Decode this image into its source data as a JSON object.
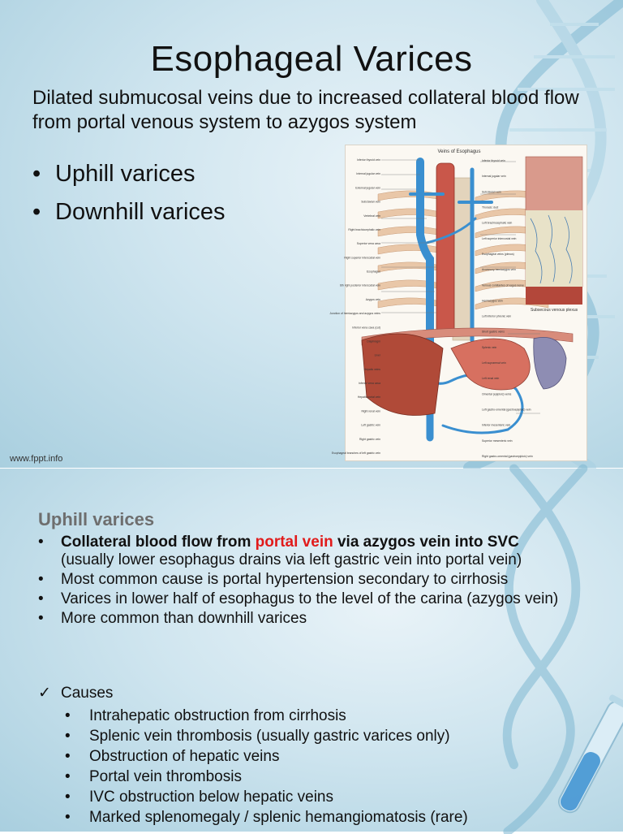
{
  "slide1": {
    "title": "Esophageal Varices",
    "subtitle": "Dilated submucosal veins due to increased collateral blood flow from portal venous system to azygos system",
    "bullets": [
      "Uphill varices",
      "Downhill varices"
    ],
    "figure": {
      "title": "Veins of Esophagus",
      "inset_label": "Subsecous venous plexus",
      "labels_left": [
        "Inferior thyroid vein",
        "Internal jugular vein",
        "External jugular vein",
        "Subclavian vein",
        "Vertebral vein",
        "Right brachiocephalic vein",
        "Superior vena cava",
        "Right superior intercostal vein",
        "Esophagus",
        "6th right posterior intercostal vein",
        "Azygos vein",
        "Junction of hemiazygos and azygos veins",
        "Inferior vena cava (cut)",
        "Diaphragm",
        "Liver",
        "Hepatic veins",
        "Inferior vena cava",
        "Hepatic portal vein",
        "Right renal vein",
        "Left gastric vein",
        "Right gastric vein",
        "Esophageal branches of left gastric vein"
      ],
      "labels_right": [
        "Inferior thyroid vein",
        "Internal jugular vein",
        "Subclavian vein",
        "Thoracic duct",
        "Left brachiocephalic vein",
        "Left superior intercostal vein",
        "Esophageal veins (plexus)",
        "Accessory hemiazygos vein",
        "Venous comitantes of vagus nerve",
        "Hemiazygos vein",
        "Left inferior phrenic vein",
        "Short gastric veins",
        "Splenic vein",
        "Left suprarenal vein",
        "Left renal vein",
        "Omental (epiploic) veins",
        "Left gastro-omental (gastroepiploic) vein",
        "Inferior mesenteric vein",
        "Superior mesenteric vein",
        "Right gastro-omental (gastroepiploic) vein"
      ]
    },
    "footer": "www.fppt.info"
  },
  "slide2": {
    "heading": "Uphill varices",
    "b1_pre": "Collateral blood flow from ",
    "b1_red": "portal vein",
    "b1_post": " via azygos vein into SVC",
    "b1_note": "(usually lower esophagus drains via left gastric vein into portal vein)",
    "bullets": [
      "Most common cause is portal hypertension secondary to cirrhosis",
      "Varices in lower half of esophagus to the level of the carina (azygos vein)",
      "More common than downhill varices"
    ],
    "causes_label": "Causes",
    "causes": [
      "Intrahepatic obstruction from cirrhosis",
      "Splenic vein thrombosis (usually gastric varices only)",
      "Obstruction of hepatic veins",
      "Portal vein thrombosis",
      "IVC obstruction below hepatic veins",
      "Marked splenomegaly / splenic hemangiomatosis (rare)"
    ]
  },
  "colors": {
    "accent_red": "#e11b1b",
    "heading_gray": "#6e6e6e",
    "vein_blue": "#3a8fd0",
    "tissue_red": "#c9574a"
  }
}
